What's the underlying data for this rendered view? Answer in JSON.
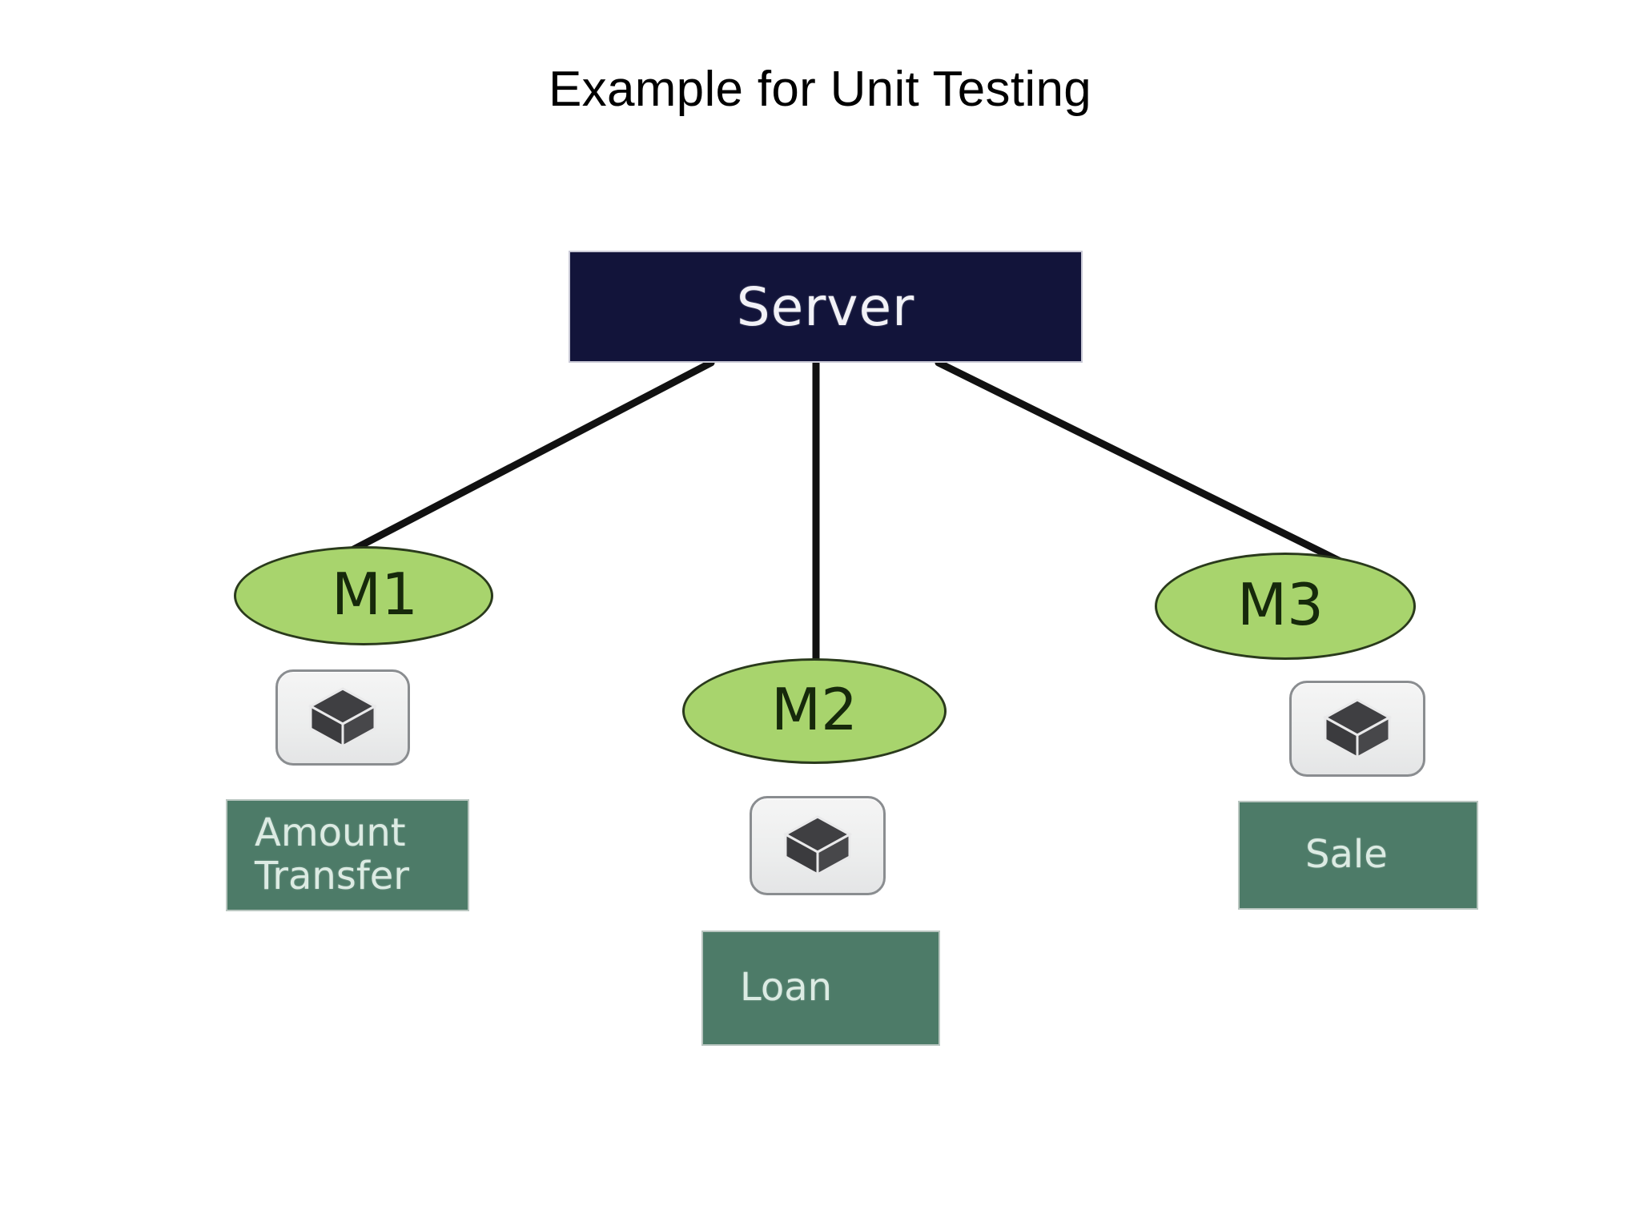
{
  "slide": {
    "title": "Example for Unit Testing",
    "background_color": "#ffffff"
  },
  "colors": {
    "server_fill": "#12143a",
    "server_text": "#f2f2f7",
    "module_fill": "#a8d46d",
    "module_border": "#2a3a1c",
    "module_text": "#16290b",
    "feature_fill": "#4d7b68",
    "feature_text": "#dcebe3",
    "connector_line": "#111111",
    "icon_panel_fill": "#eceded",
    "icon_panel_border": "#8a8d90",
    "cube_dark": "#3f3f42"
  },
  "diagram": {
    "root": {
      "label": "Server",
      "shape": "rectangle"
    },
    "modules": [
      {
        "id": "m1",
        "label": "M1",
        "shape": "ellipse",
        "icon": "cube-icon",
        "feature": "Amount\nTransfer"
      },
      {
        "id": "m2",
        "label": "M2",
        "shape": "ellipse",
        "icon": "cube-icon",
        "feature": "Loan"
      },
      {
        "id": "m3",
        "label": "M3",
        "shape": "ellipse",
        "icon": "cube-icon",
        "feature": "Sale"
      }
    ],
    "connections": [
      {
        "from": "Server",
        "to": "M1"
      },
      {
        "from": "Server",
        "to": "M2"
      },
      {
        "from": "Server",
        "to": "M3"
      }
    ]
  }
}
